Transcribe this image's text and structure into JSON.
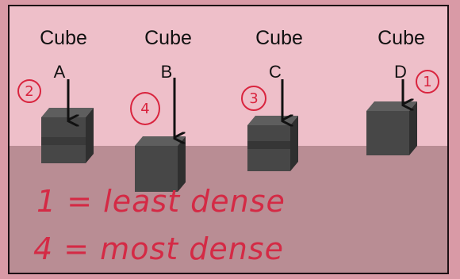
{
  "cubes": [
    {
      "label": "Cube",
      "letter": "A",
      "rank": "2"
    },
    {
      "label": "Cube",
      "letter": "B",
      "rank": "4"
    },
    {
      "label": "Cube",
      "letter": "C",
      "rank": "3"
    },
    {
      "label": "Cube",
      "letter": "D",
      "rank": "1"
    }
  ],
  "notes": {
    "line1": "1 = least dense",
    "line2": "4 = most dense"
  },
  "colors": {
    "wall": "#eebfc9",
    "floor": "#b98d94",
    "cube": "#4a4a4a",
    "ink": "#d9243e"
  }
}
